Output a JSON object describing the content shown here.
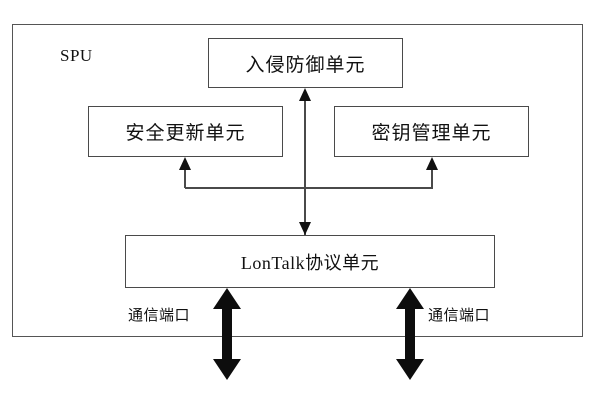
{
  "diagram": {
    "title": "SPU",
    "container_label": "SPU",
    "units": [
      {
        "id": "ips",
        "label": "入侵防御单元"
      },
      {
        "id": "update",
        "label": "安全更新单元"
      },
      {
        "id": "key",
        "label": "密钥管理单元"
      },
      {
        "id": "lontalk",
        "label": "LonTalk协议单元"
      }
    ],
    "ports": [
      {
        "id": "left",
        "label": "通信端口"
      },
      {
        "id": "right",
        "label": "通信端口"
      }
    ],
    "connectors": [
      {
        "id": "lontalk-to-ips",
        "from": "lontalk",
        "to": "ips",
        "style": "thin-arrow-up"
      },
      {
        "id": "bus-to-update",
        "from": "bus",
        "to": "update",
        "style": "thin-arrow-up"
      },
      {
        "id": "bus-to-key",
        "from": "bus",
        "to": "key",
        "style": "thin-arrow-up"
      },
      {
        "id": "ips-to-lontalk",
        "from": "ips",
        "to": "lontalk",
        "style": "thin-arrow-down"
      },
      {
        "id": "port-left-link",
        "from": "lontalk",
        "to": "port-left",
        "style": "thick-double-arrow"
      },
      {
        "id": "port-right-link",
        "from": "lontalk",
        "to": "port-right",
        "style": "thick-double-arrow"
      }
    ],
    "colors": {
      "background": "#ffffff",
      "box_border": "#4a4a4a",
      "container_border": "#555555",
      "text": "#111111",
      "arrow": "#111111"
    }
  }
}
